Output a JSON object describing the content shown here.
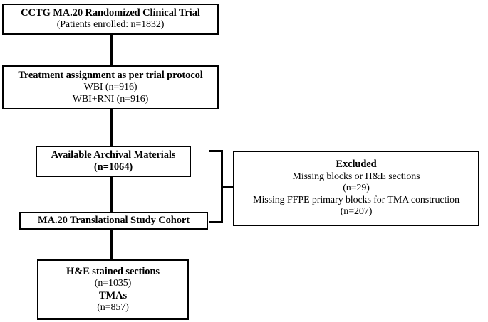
{
  "diagram": {
    "title": "CONSORT-style patient flow diagram for CCTG MA.20 translational study",
    "boxes": {
      "trial": {
        "name": "trial-box",
        "lines": [
          {
            "text": "CCTG MA.20 Randomized Clinical Trial",
            "style": "bold"
          },
          {
            "text": "(Patients enrolled: n=1832)",
            "style": "plain"
          }
        ]
      },
      "treatment": {
        "name": "treatment-assignment-box",
        "lines": [
          {
            "text": "Treatment assignment as per trial protocol",
            "style": "bold"
          },
          {
            "text": "WBI (n=916)",
            "style": "plain"
          },
          {
            "text": "WBI+RNI (n=916)",
            "style": "plain"
          }
        ]
      },
      "archival": {
        "name": "available-archival-materials-box",
        "lines": [
          {
            "text": "Available Archival Materials",
            "style": "bold"
          },
          {
            "text": "(n=1064)",
            "style": "bold"
          }
        ]
      },
      "cohort": {
        "name": "translational-study-cohort-box",
        "lines": [
          {
            "text": "MA.20 Translational Study Cohort",
            "style": "bold"
          }
        ]
      },
      "final": {
        "name": "final-sections-box",
        "lines": [
          {
            "text": "H&E stained sections",
            "style": "bold"
          },
          {
            "text": "(n=1035)",
            "style": "plain"
          },
          {
            "text": "TMAs",
            "style": "bold"
          },
          {
            "text": "(n=857)",
            "style": "plain"
          }
        ]
      },
      "excluded": {
        "name": "excluded-box",
        "lines": [
          {
            "text": "Excluded",
            "style": "bold"
          },
          {
            "text": "Missing blocks or H&E sections",
            "style": "plain"
          },
          {
            "text": "(n=29)",
            "style": "plain"
          },
          {
            "text": "Missing FFPE primary blocks for TMA construction",
            "style": "plain"
          },
          {
            "text": "(n=207)",
            "style": "plain"
          }
        ]
      }
    },
    "colors": {
      "stroke": "#000000",
      "background": "#ffffff",
      "text": "#000000"
    }
  }
}
